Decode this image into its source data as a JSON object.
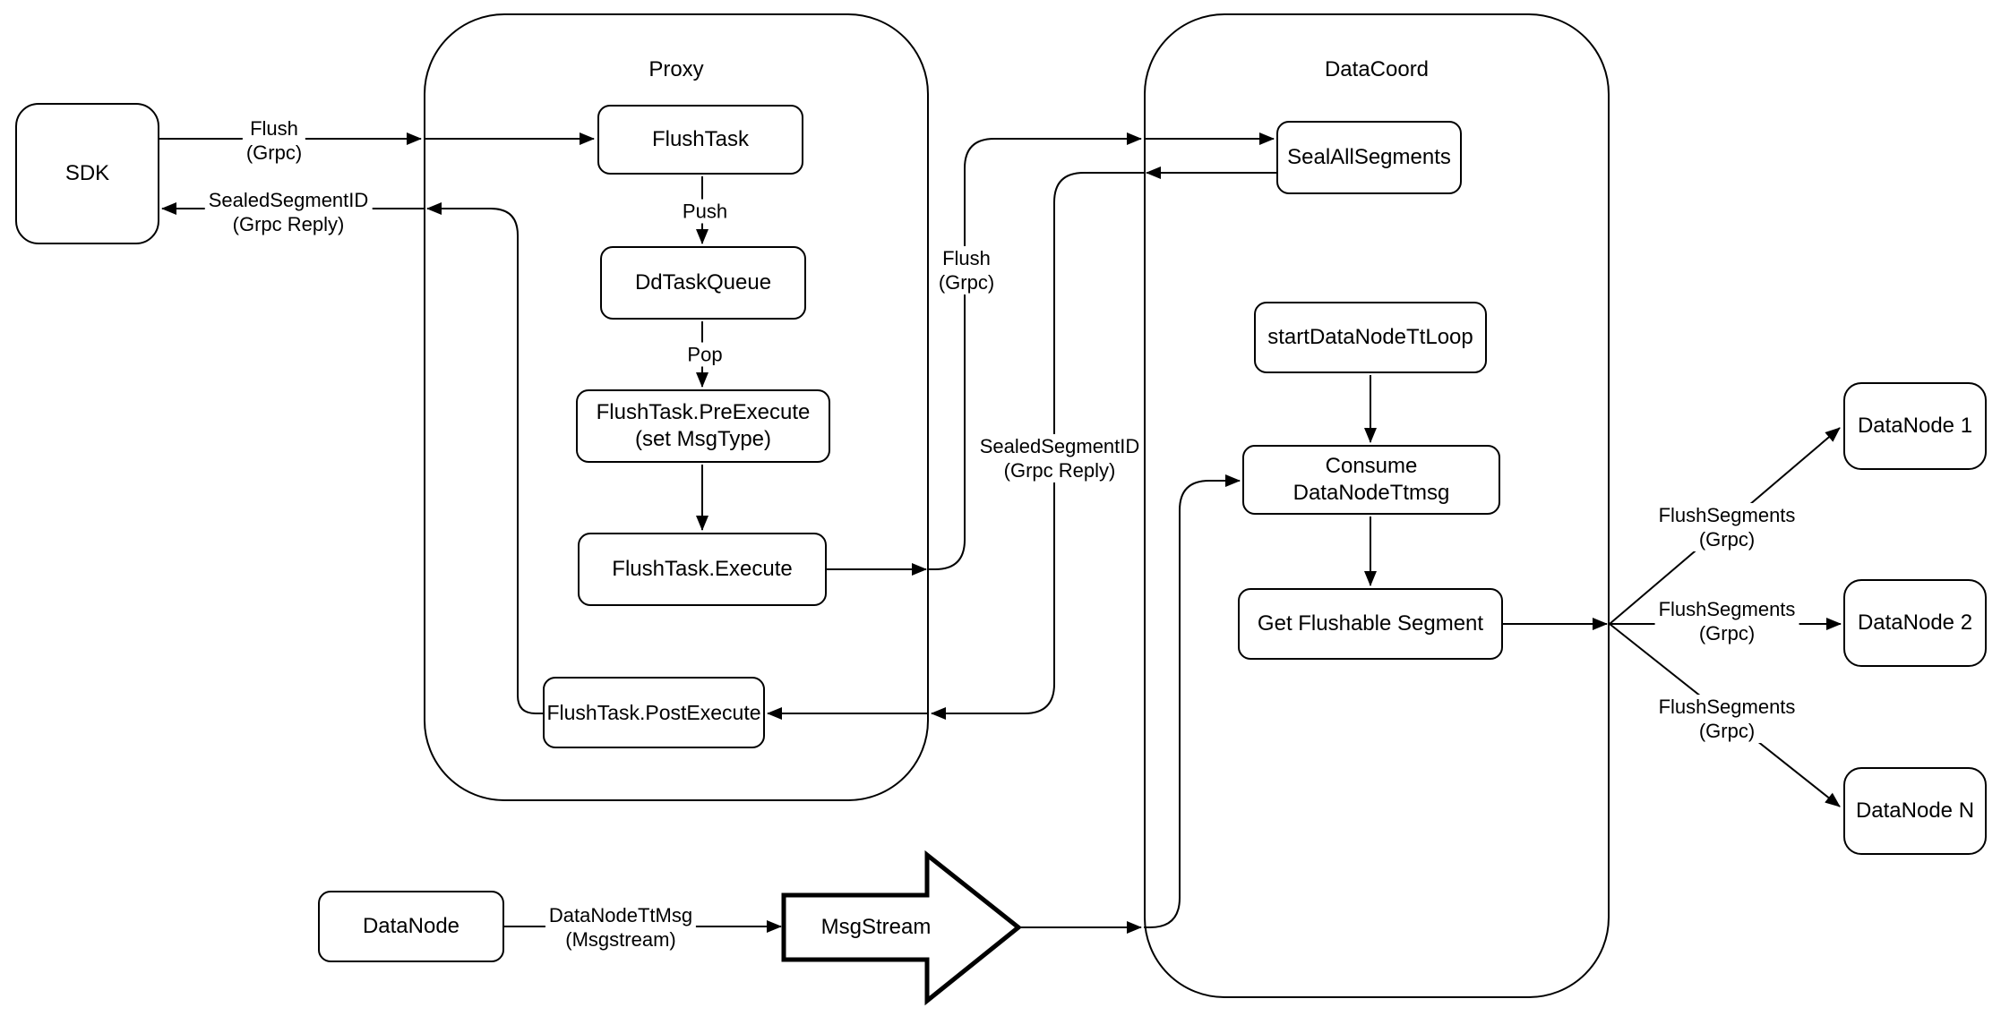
{
  "diagram": {
    "containers": {
      "proxy": {
        "title": "Proxy"
      },
      "datacoord": {
        "title": "DataCoord"
      }
    },
    "nodes": {
      "sdk": {
        "label": "SDK"
      },
      "flush_task": {
        "label": "FlushTask"
      },
      "dd_task_queue": {
        "label": "DdTaskQueue"
      },
      "flush_task_pre_execute": {
        "label": "FlushTask.PreExecute\n(set MsgType)"
      },
      "flush_task_execute": {
        "label": "FlushTask.Execute"
      },
      "flush_task_post_execute": {
        "label": "FlushTask.PostExecute"
      },
      "seal_all_segments": {
        "label": "SealAllSegments"
      },
      "start_data_node_tt_loop": {
        "label": "startDataNodeTtLoop"
      },
      "consume_data_node_ttmsg": {
        "label": "Consume DataNodeTtmsg"
      },
      "get_flushable_segment": {
        "label": "Get Flushable Segment"
      },
      "data_node_source": {
        "label": "DataNode"
      },
      "msg_stream": {
        "label": "MsgStream"
      },
      "data_node_1": {
        "label": "DataNode 1"
      },
      "data_node_2": {
        "label": "DataNode 2"
      },
      "data_node_n": {
        "label": "DataNode N"
      }
    },
    "edge_labels": {
      "sdk_flush": "Flush\n(Grpc)",
      "sdk_sealed_segment_reply": "SealedSegmentID\n(Grpc Reply)",
      "push": "Push",
      "pop": "Pop",
      "proxy_flush": "Flush\n(Grpc)",
      "proxy_sealed_segment_reply": "SealedSegmentID\n(Grpc Reply)",
      "data_node_tt_msg": "DataNodeTtMsg\n(Msgstream)",
      "flush_segments_1": "FlushSegments\n(Grpc)",
      "flush_segments_2": "FlushSegments\n(Grpc)",
      "flush_segments_3": "FlushSegments\n(Grpc)"
    },
    "colors": {
      "stroke": "#000000",
      "node_fill": "#ffffff",
      "background": "#ffffff"
    }
  }
}
